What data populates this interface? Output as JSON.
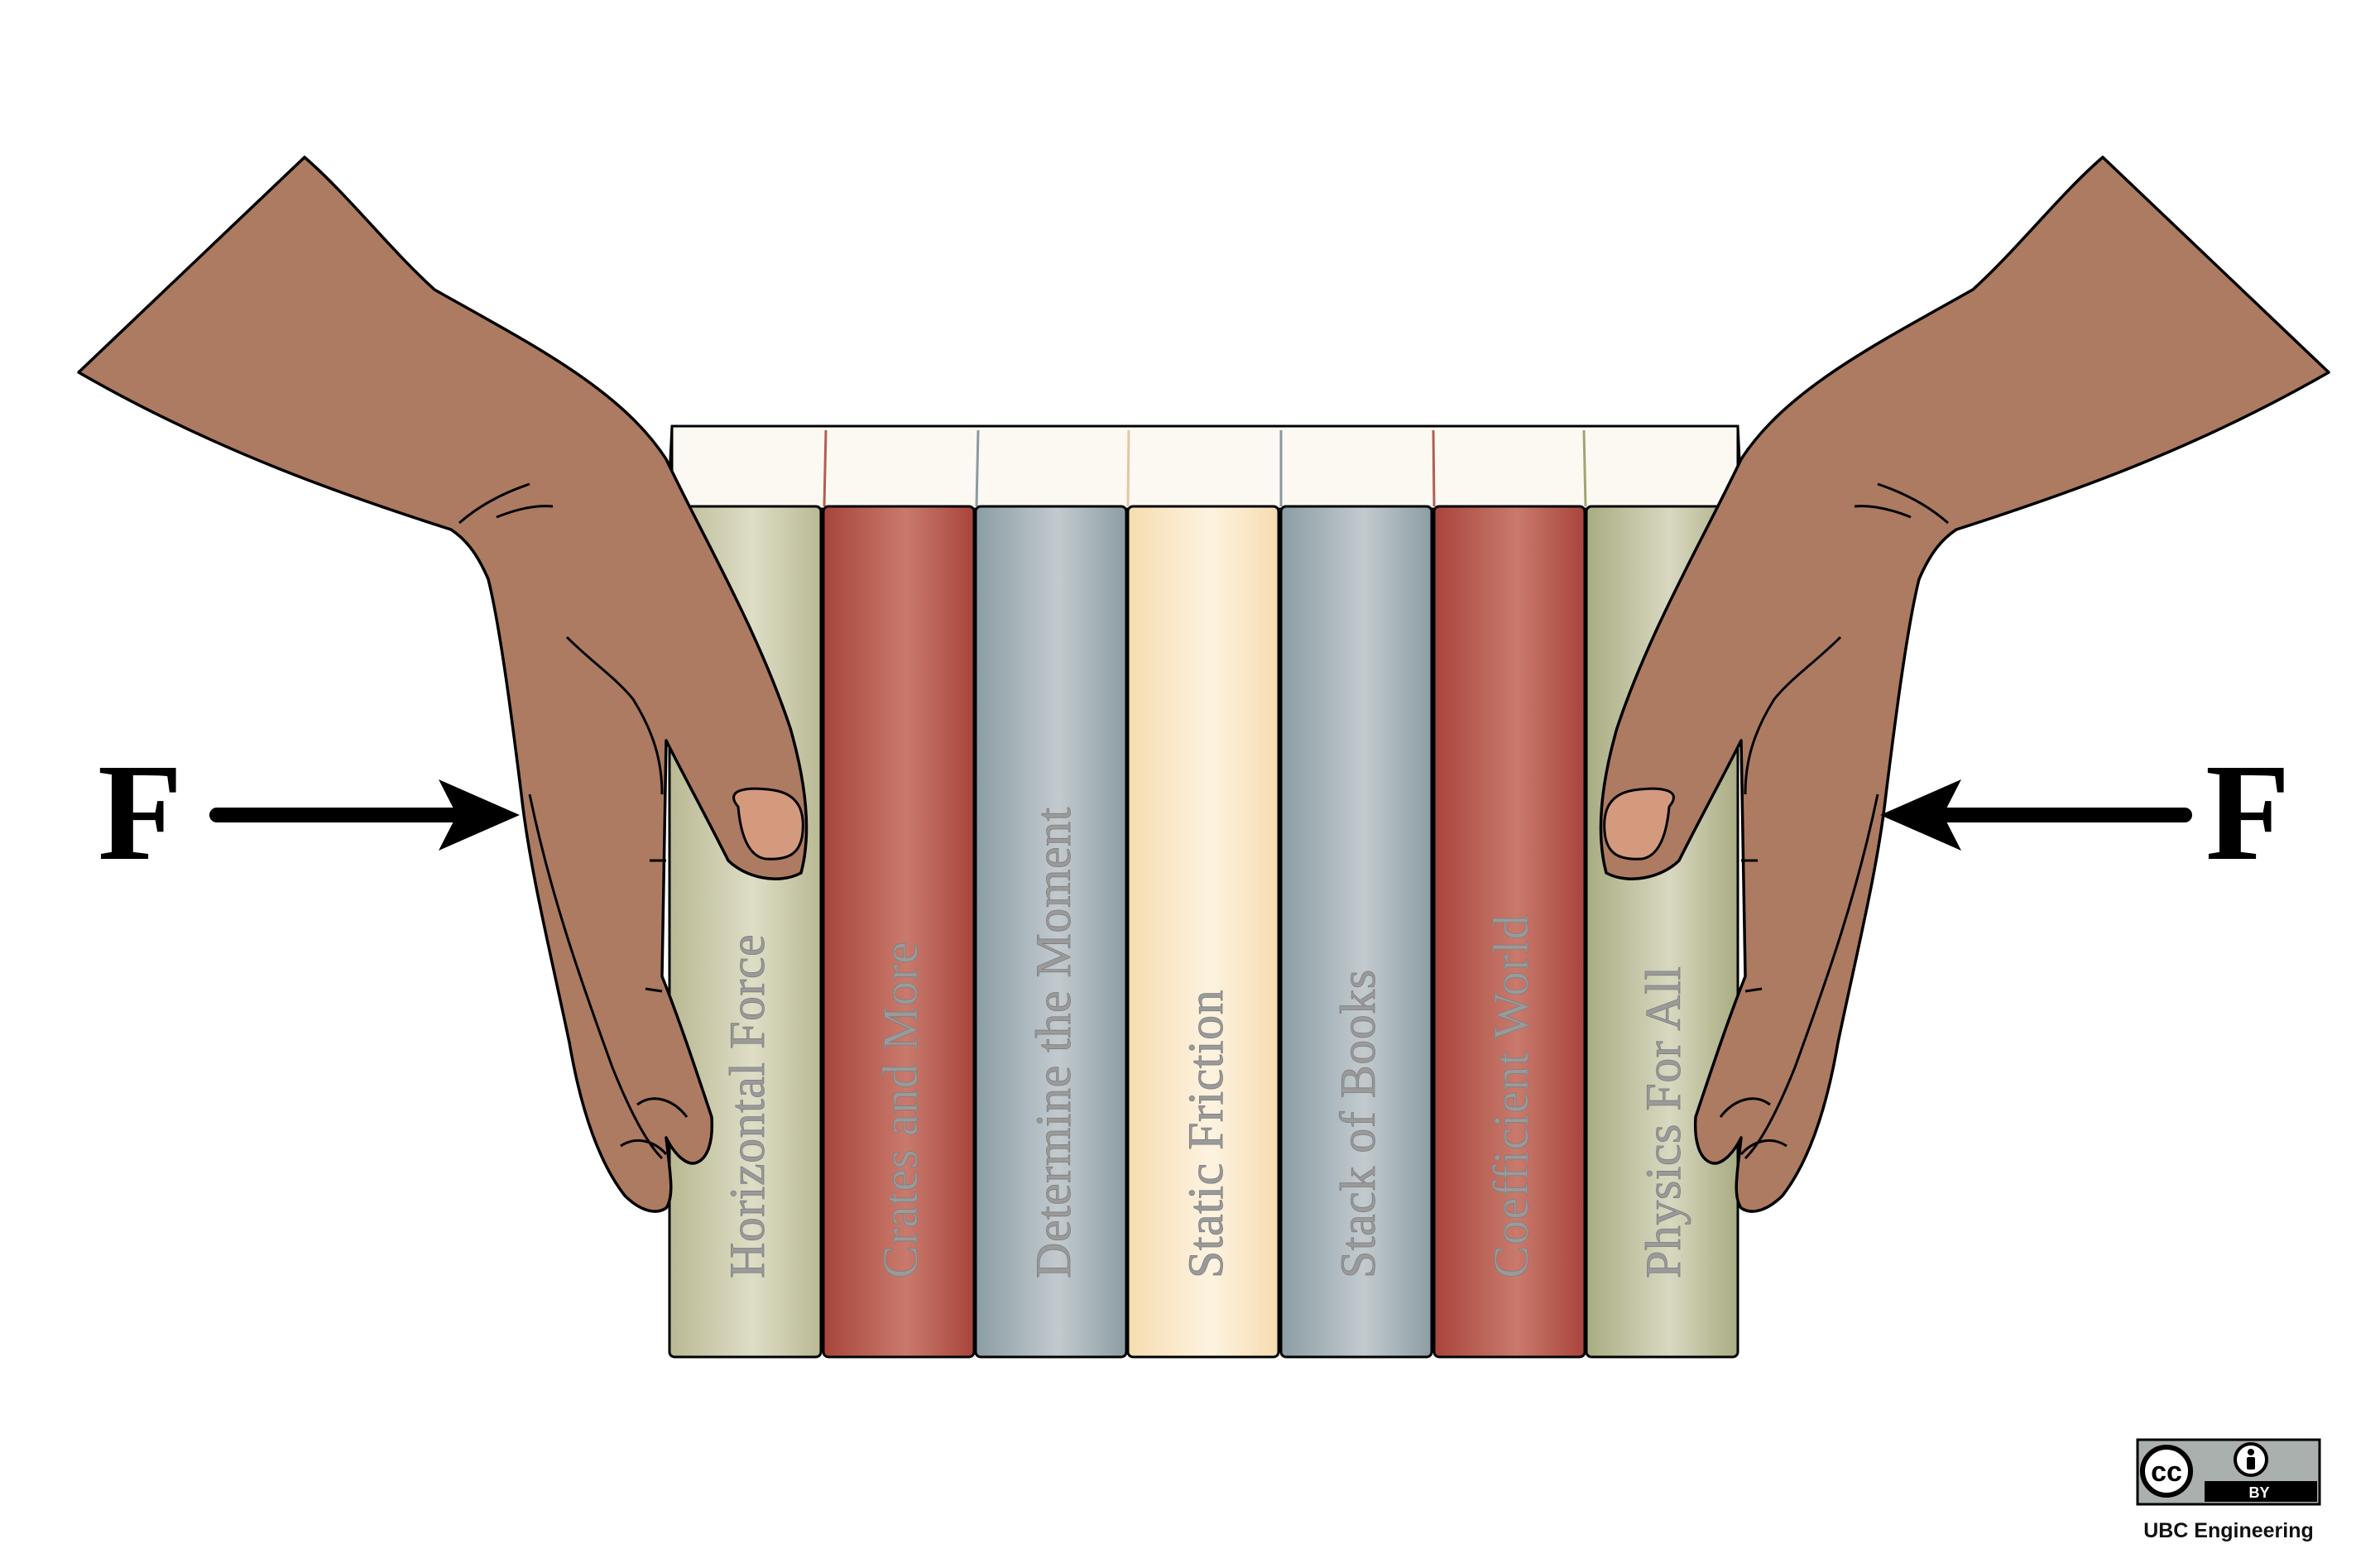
{
  "force_labels": {
    "left": "F",
    "right": "F"
  },
  "books": [
    {
      "title": "Horizontal Force",
      "color_edge": "#b9b994",
      "color_mid": "#deddc6"
    },
    {
      "title": "Crates and More",
      "color_edge": "#a8443c",
      "color_mid": "#c97a6c"
    },
    {
      "title": "Determine the Moment",
      "color_edge": "#8b9da4",
      "color_mid": "#c2cace"
    },
    {
      "title": "Static Friction",
      "color_edge": "#f6dcb0",
      "color_mid": "#fdf3e0"
    },
    {
      "title": "Stack of Books",
      "color_edge": "#8b9da4",
      "color_mid": "#c2cace"
    },
    {
      "title": "Coefficient World",
      "color_edge": "#a8443c",
      "color_mid": "#c97a6c"
    },
    {
      "title": "Physics For All",
      "color_edge": "#a9ac82",
      "color_mid": "#d8d8c0"
    }
  ],
  "colors": {
    "skin": "#ac7b62",
    "nail": "#d49a7e",
    "outline": "#000000",
    "page_edge": "#fcf8f2"
  },
  "license": {
    "cc_symbol": "cc",
    "by_label": "BY",
    "organization": "UBC Engineering"
  }
}
